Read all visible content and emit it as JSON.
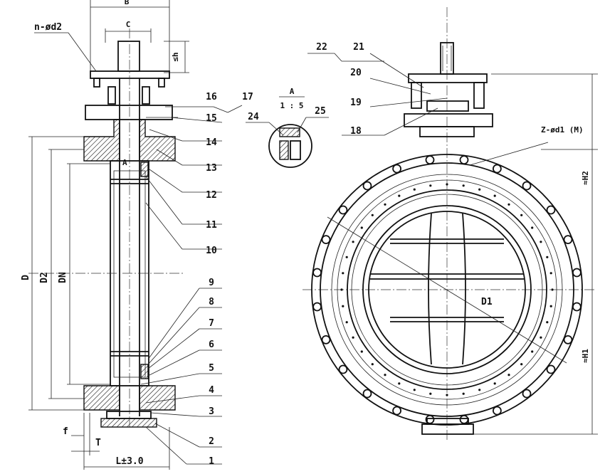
{
  "labels": {
    "B": "B",
    "C": "C",
    "h": "≤h",
    "nd2": "n-ød2",
    "A_mark": "A",
    "sectionA_title": "A",
    "sectionA_scale": "1 : 5",
    "D": "D",
    "D2": "D2",
    "DN": "DN",
    "f": "f",
    "T": "T",
    "L": "L±3.0",
    "D1": "D1",
    "Zd1": "Z-ød1 (M)",
    "H1": "≈H1",
    "H2": "≈H2"
  },
  "part_numbers": [
    "1",
    "2",
    "3",
    "4",
    "5",
    "6",
    "7",
    "8",
    "9",
    "10",
    "11",
    "12",
    "13",
    "14",
    "15",
    "16",
    "17",
    "18",
    "19",
    "20",
    "21",
    "22",
    "24",
    "25"
  ],
  "colors": {
    "line": "#111111",
    "background": "#ffffff"
  }
}
